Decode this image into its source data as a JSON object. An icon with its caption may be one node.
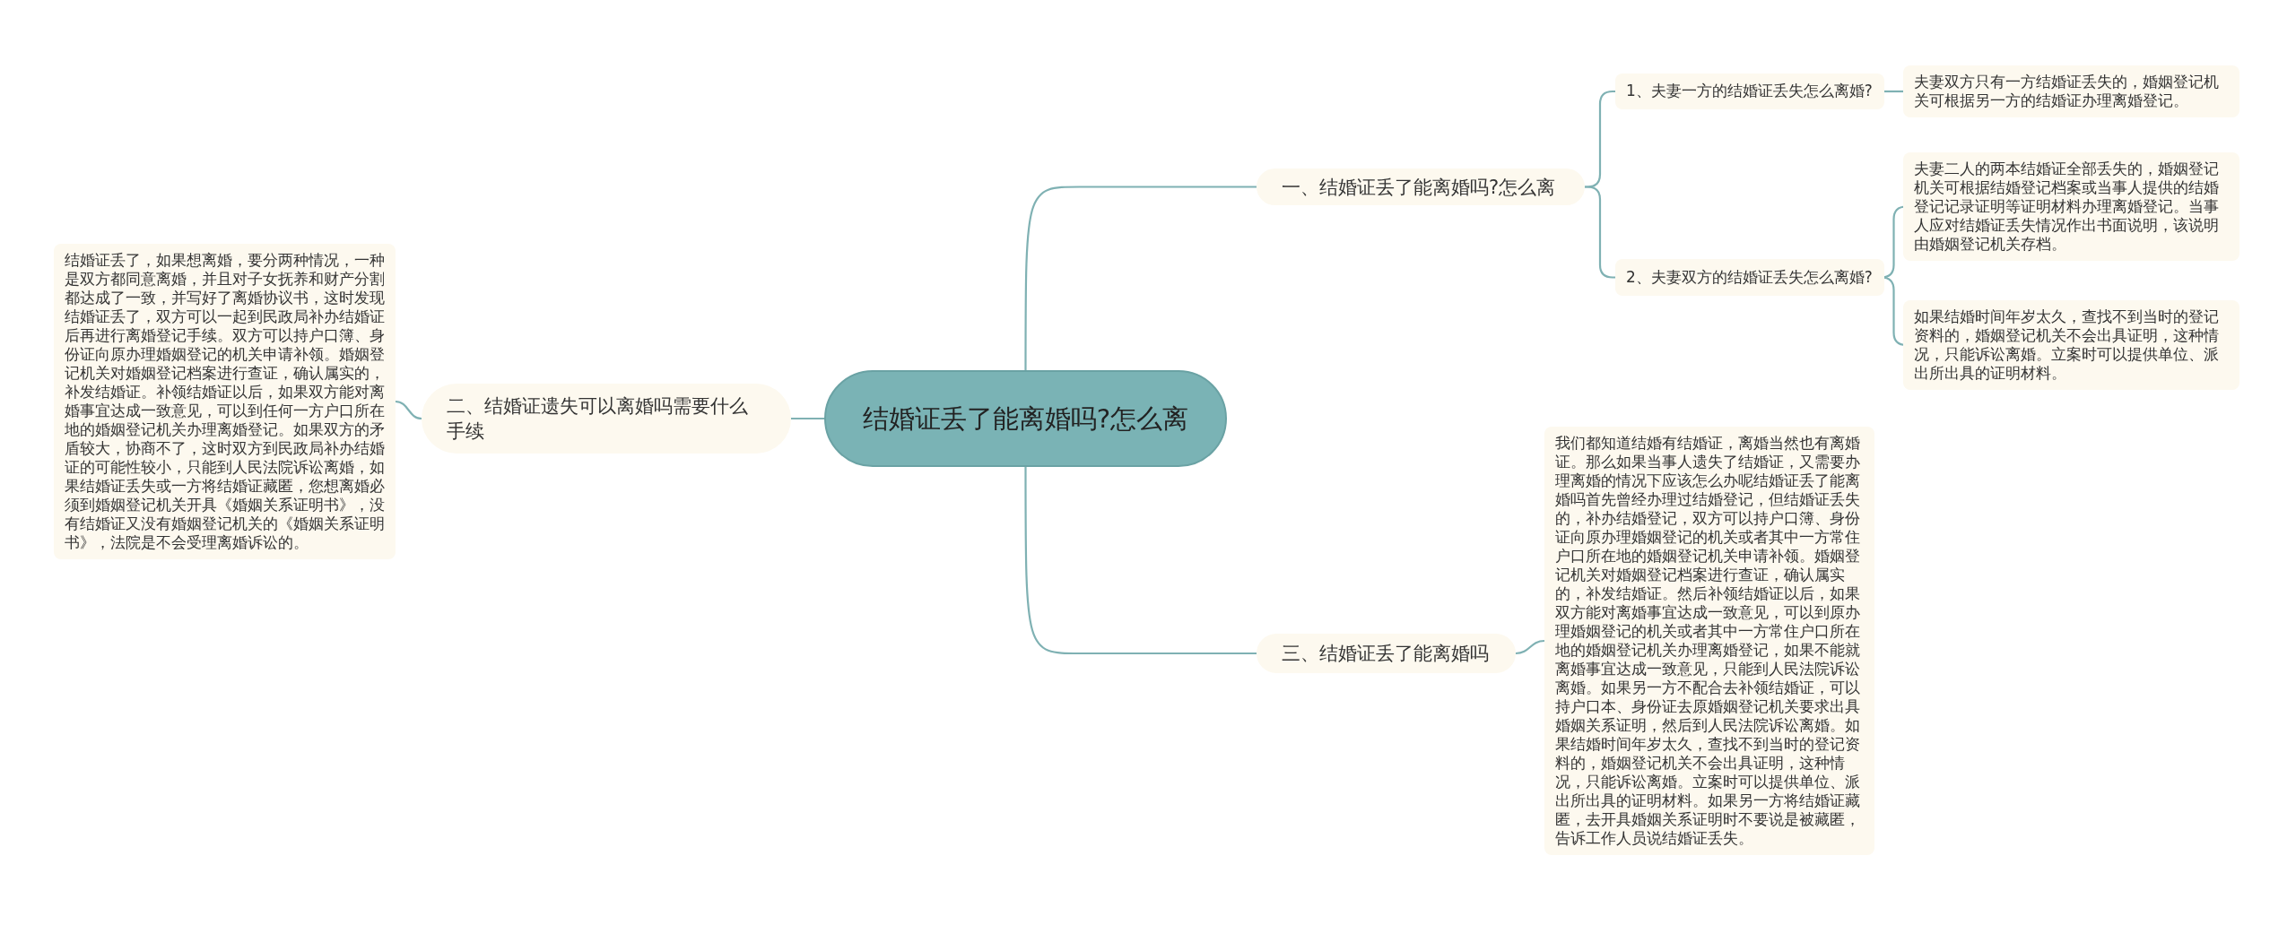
{
  "diagram": {
    "nodes": [
      {
        "text": [
          "结婚证丢了能离婚吗?怎么离"
        ]
      },
      {
        "text": [
          "一、结婚证丢了能离婚吗?怎么离"
        ]
      },
      {
        "text": [
          "1、夫妻一方的结婚证丢失怎么离婚?"
        ]
      },
      {
        "text": [
          "夫妻双方只有一方结婚证丢失的，婚姻登记机关可根据另一方的结婚证办理离婚登记。"
        ]
      },
      {
        "text": [
          "2、夫妻双方的结婚证丢失怎么离婚?"
        ]
      },
      {
        "text": [
          "夫妻二人的两本结婚证全部丢失的，婚姻登记机关可根据结婚登记档案或当事人提供的结婚登记记录证明等证明材料办理离婚登记。当事人应对结婚证丢失情况作出书面说明，该说明由婚姻登记机关存档。"
        ]
      },
      {
        "text": [
          "如果结婚时间年岁太久，查找不到当时的登记资料的，婚姻登记机关不会出具证明，这种情况，只能诉讼离婚。立案时可以提供单位、派出所出具的证明材料。"
        ]
      },
      {
        "text": [
          "二、结婚证遗失可以离婚吗需要什么手续"
        ]
      },
      {
        "text": [
          "结婚证丢了，如果想离婚，要分两种情况，一种是双方都同意离婚，并且对子女抚养和财产分割都达成了一致，并写好了离婚协议书，这时发现结婚证丢了，双方可以一起到民政局补办结婚证后再进行离婚登记手续。双方可以持户口簿、身份证向原办理婚姻登记的机关申请补领。婚姻登记机关对婚姻登记档案进行查证，确认属实的，补发结婚证。补领结婚证以后，如果双方能对离婚事宜达成一致意见，可以到任何一方户口所在地的婚姻登记机关办理离婚登记。如果双方的矛盾较大，协商不了，这时双方到民政局补办结婚证的可能性较小，只能到人民法院诉讼离婚，如果结婚证丢失或一方将结婚证藏匿，您想离婚必须到婚姻登记机关开具《婚姻关系证明书》，没有结婚证又没有婚姻登记机关的《婚姻关系证明书》，法院是不会受理离婚诉讼的。"
        ]
      },
      {
        "text": [
          "三、结婚证丢了能离婚吗"
        ]
      },
      {
        "text": [
          "我们都知道结婚有结婚证，离婚当然也有离婚证。那么如果当事人遗失了结婚证，又需要办理离婚的情况下应该怎么办呢结婚证丢了能离婚吗首先曾经办理过结婚登记，但结婚证丢失的，补办结婚登记，双方可以持户口簿、身份证向原办理婚姻登记的机关或者其中一方常住户口所在地的婚姻登记机关申请补领。婚姻登记机关对婚姻登记档案进行查证，确认属实的，补发结婚证。然后补领结婚证以后，如果双方能对离婚事宜达成一致意见，可以到原办理婚姻登记的机关或者其中一方常住户口所在地的婚姻登记机关办理离婚登记，如果不能就离婚事宜达成一致意见，只能到人民法院诉讼离婚。如果另一方不配合去补领结婚证，可以持户口本、身份证去原婚姻登记机关要求出具婚姻关系证明，然后到人民法院诉讼离婚。如果结婚时间年岁太久，查找不到当时的登记资料的，婚姻登记机关不会出具证明，这种情况，只能诉讼离婚。立案时可以提供单位、派出所出具的证明材料。如果另一方将结婚证藏匿，去开具婚姻关系证明时不要说是被藏匿，告诉工作人员说结婚证丢失。"
        ]
      }
    ],
    "edges": [
      {
        "from": 0,
        "to": 1,
        "arrow": "none"
      },
      {
        "from": 0,
        "to": 7,
        "arrow": "none"
      },
      {
        "from": 0,
        "to": 9,
        "arrow": "none"
      },
      {
        "from": 1,
        "to": 2,
        "arrow": "none"
      },
      {
        "from": 1,
        "to": 4,
        "arrow": "none"
      },
      {
        "from": 2,
        "to": 3,
        "arrow": "none"
      },
      {
        "from": 4,
        "to": 5,
        "arrow": "none"
      },
      {
        "from": 4,
        "to": 6,
        "arrow": "none"
      },
      {
        "from": 7,
        "to": 8,
        "arrow": "none"
      },
      {
        "from": 9,
        "to": 10,
        "arrow": "none"
      }
    ]
  }
}
